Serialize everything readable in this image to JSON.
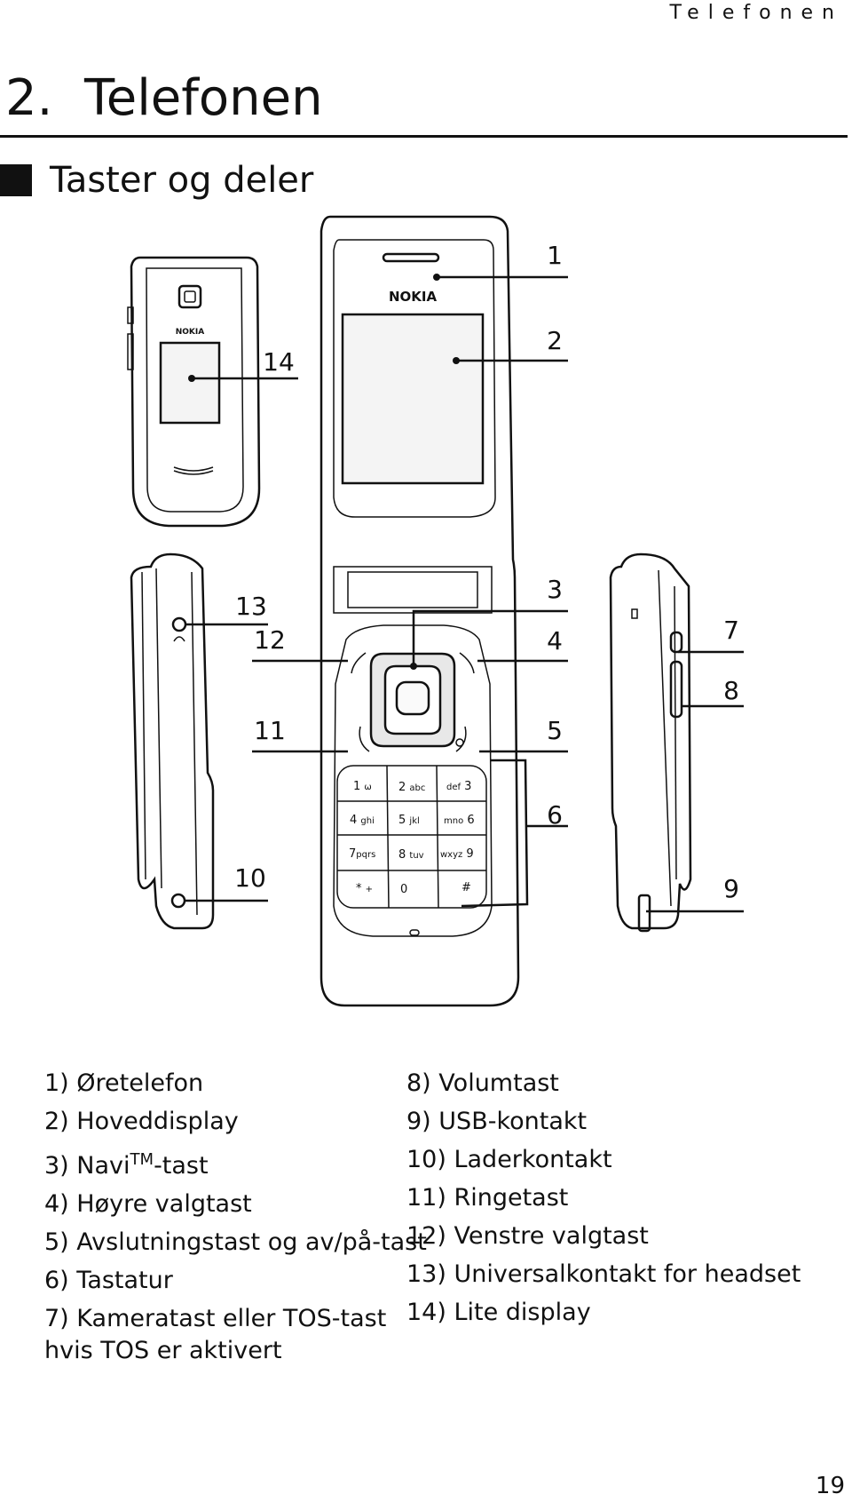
{
  "header": {
    "running_title": "Telefonen"
  },
  "chapter": {
    "number": "2.",
    "title": "Telefonen"
  },
  "section": {
    "title": "Taster og deler"
  },
  "diagram": {
    "brand": "NOKIA",
    "callouts": [
      "1",
      "2",
      "3",
      "4",
      "5",
      "6",
      "7",
      "8",
      "9",
      "10",
      "11",
      "12",
      "13",
      "14"
    ],
    "keys": [
      {
        "digit": "1",
        "letters": "ω"
      },
      {
        "digit": "2",
        "letters": "abc"
      },
      {
        "digit": "3",
        "letters": "def"
      },
      {
        "digit": "4",
        "letters": "ghi"
      },
      {
        "digit": "5",
        "letters": "jkl"
      },
      {
        "digit": "6",
        "letters": "mno"
      },
      {
        "digit": "7",
        "letters": "pqrs"
      },
      {
        "digit": "8",
        "letters": "tuv"
      },
      {
        "digit": "9",
        "letters": "wxyz"
      },
      {
        "digit": "*",
        "letters": "+"
      },
      {
        "digit": "0",
        "letters": ""
      },
      {
        "digit": "#",
        "letters": ""
      }
    ]
  },
  "legend": {
    "left": [
      "1) Øretelefon",
      "2) Hoveddisplay",
      {
        "before": "3) Navi",
        "sup": "TM",
        "after": "-tast"
      },
      "4) Høyre valgtast",
      "5) Avslutningstast og av/på-tast",
      "6) Tastatur",
      "7) Kameratast eller TOS-tast hvis TOS er aktivert"
    ],
    "right": [
      "8) Volumtast",
      "9) USB-kontakt",
      "10) Laderkontakt",
      "11) Ringetast",
      "12) Venstre valgtast",
      "13) Universalkontakt for headset",
      "14) Lite display"
    ]
  },
  "page_number": "19"
}
